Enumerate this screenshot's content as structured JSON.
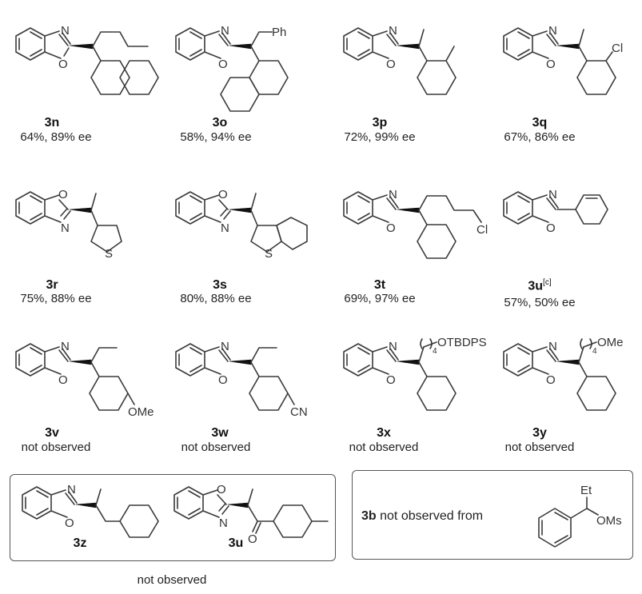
{
  "compounds": [
    {
      "id": "3n",
      "result": "64%, 89% ee"
    },
    {
      "id": "3o",
      "result": "58%, 94% ee",
      "substituent": "Ph"
    },
    {
      "id": "3p",
      "result": "72%, 99% ee"
    },
    {
      "id": "3q",
      "result": "67%, 86% ee",
      "substituent": "Cl"
    },
    {
      "id": "3r",
      "result": "75%, 88% ee",
      "hetero": "S"
    },
    {
      "id": "3s",
      "result": "80%, 88% ee",
      "hetero": "S"
    },
    {
      "id": "3t",
      "result": "69%, 97% ee",
      "substituent": "Cl"
    },
    {
      "id": "3u",
      "footnote": "[c]",
      "result": "57%, 50% ee"
    },
    {
      "id": "3v",
      "result": "not observed",
      "substituent": "OMe"
    },
    {
      "id": "3w",
      "result": "not observed",
      "substituent": "CN"
    },
    {
      "id": "3x",
      "result": "not observed",
      "substituent": "OTBDPS",
      "chain_count": "4"
    },
    {
      "id": "3y",
      "result": "not observed",
      "substituent": "OMe",
      "chain_count": "4"
    }
  ],
  "atoms": {
    "N": "N",
    "O": "O"
  },
  "box_left": {
    "compounds": [
      {
        "id": "3z"
      },
      {
        "id": "3u"
      }
    ],
    "caption": "not observed"
  },
  "box_right": {
    "compound": "3b",
    "text": "not observed from",
    "substituents": {
      "top": "Et",
      "right": "OMs"
    }
  }
}
